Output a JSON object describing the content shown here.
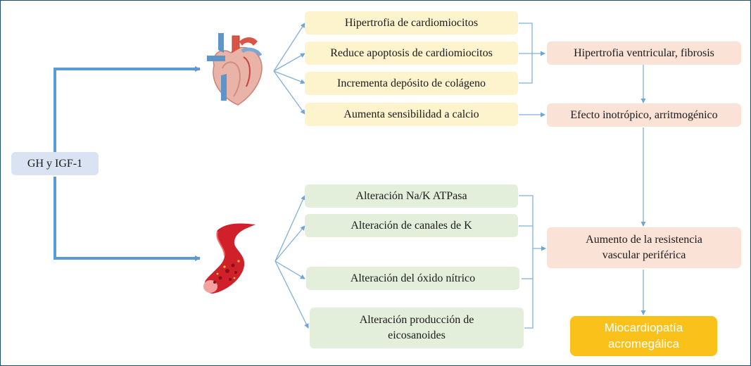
{
  "source": {
    "label": "GH y IGF-1"
  },
  "heart_effects": [
    "Hipertrofia de cardiomiocitos",
    "Reduce apoptosis de cardiomiocitos",
    "Incrementa depósito de colágeno",
    "Aumenta sensibilidad a calcio"
  ],
  "vessel_effects": [
    "Alteración  Na/K ATPasa",
    "Alteración de canales de K",
    "Alteración del óxido nítrico",
    "Alteración producción de eicosanoides"
  ],
  "outcomes": {
    "hypertrophy": "Hipertrofia ventricular, fibrosis",
    "inotropic": "Efecto inotrópico, arritmogénico",
    "resistance": "Aumento  de la resistencia vascular periférica",
    "final": "Miocardiopatía acromegálica"
  },
  "icons": {
    "heart": "heart-icon",
    "vessel": "blood-vessel-icon"
  },
  "colors": {
    "arrow": "#5b9bd5",
    "thin_arrow": "#7fb0dc",
    "final_box": "#fbc11b"
  }
}
